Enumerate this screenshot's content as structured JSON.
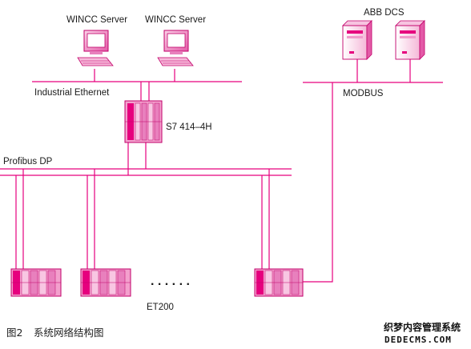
{
  "labels": {
    "wincc_server_1": "WINCC Server",
    "wincc_server_2": "WINCC Server",
    "abb_dcs": "ABB DCS",
    "industrial_ethernet": "Industrial Ethernet",
    "modbus": "MODBUS",
    "plc": "S7 414–4H",
    "profibus": "Profibus DP",
    "et200": "ET200",
    "ellipsis": ". . . . . ."
  },
  "caption": {
    "figure_no": "图2",
    "title": "系统网络结构图"
  },
  "watermark": {
    "cn": "织梦内容管理系统",
    "en": "DEDECMS.COM"
  },
  "colors": {
    "line": "#e6007e",
    "device_fill": "#f3a0cd",
    "device_dark": "#d4007a",
    "text": "#1a1a1a"
  }
}
